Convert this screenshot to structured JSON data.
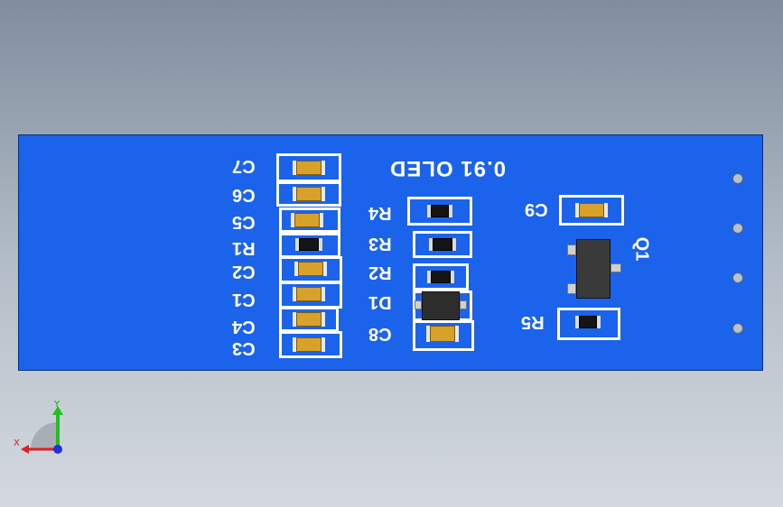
{
  "board": {
    "title": "0.91 OLED",
    "labels": {
      "c7": "C7",
      "c6": "C6",
      "c5": "C5",
      "r1": "R1",
      "c2": "C2",
      "c1": "C1",
      "c4": "C4",
      "c3": "C3",
      "r4": "R4",
      "r3": "R3",
      "r2": "R2",
      "d1": "D1",
      "c8": "C8",
      "c9": "C9",
      "q1": "Q1",
      "r5": "R5"
    },
    "colors": {
      "pcb": "#1a63ea",
      "silkscreen": "#ffffff",
      "capacitor": "#d8a22a",
      "resistor": "#141414"
    }
  },
  "triad": {
    "x_label": "X",
    "y_label": "Y",
    "x_color": "#e02020",
    "y_color": "#20c020",
    "z_color": "#2030e0"
  }
}
